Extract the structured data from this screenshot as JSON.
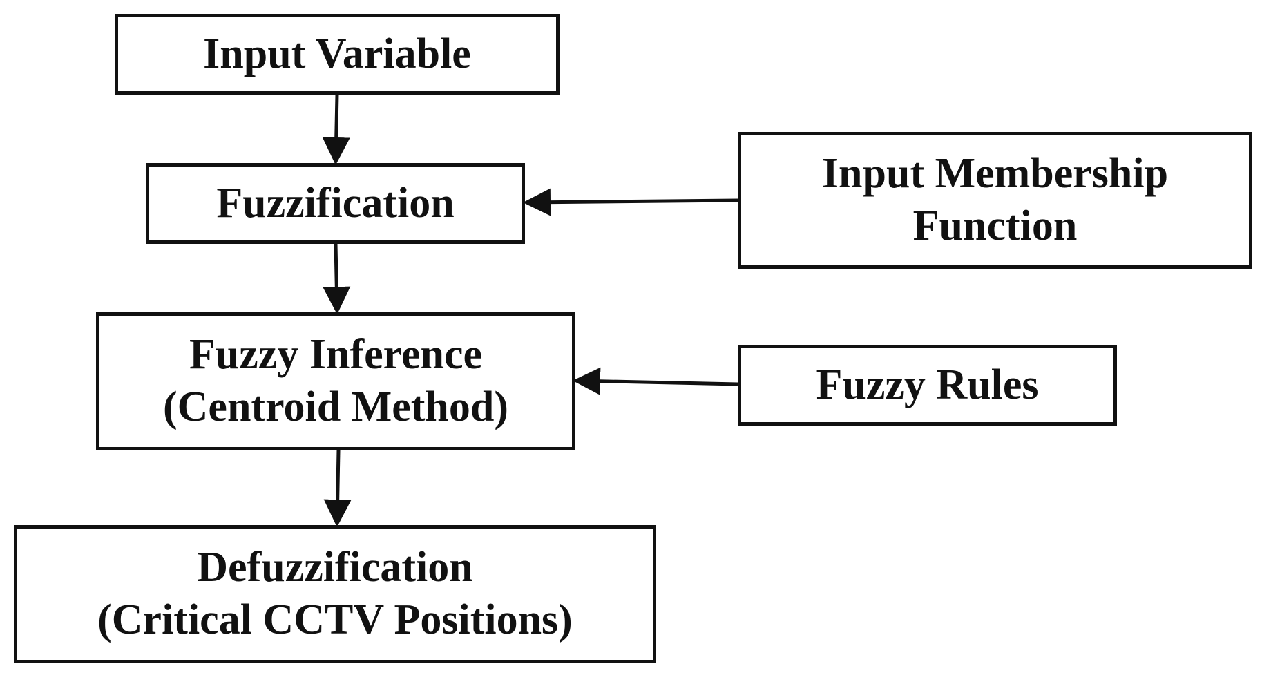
{
  "diagram": {
    "nodes": {
      "input_variable": {
        "line1": "Input Variable"
      },
      "fuzzification": {
        "line1": "Fuzzification"
      },
      "input_membership_function": {
        "line1": "Input Membership",
        "line2": "Function"
      },
      "fuzzy_inference": {
        "line1": "Fuzzy Inference",
        "line2": "(Centroid Method)"
      },
      "fuzzy_rules": {
        "line1": "Fuzzy Rules"
      },
      "defuzzification": {
        "line1": "Defuzzification",
        "line2": "(Critical CCTV Positions)"
      }
    },
    "edges": [
      {
        "from": "input_variable",
        "to": "fuzzification"
      },
      {
        "from": "input_membership_function",
        "to": "fuzzification"
      },
      {
        "from": "fuzzification",
        "to": "fuzzy_inference"
      },
      {
        "from": "fuzzy_rules",
        "to": "fuzzy_inference"
      },
      {
        "from": "fuzzy_inference",
        "to": "defuzzification"
      }
    ],
    "colors": {
      "line": "#111111",
      "background": "#ffffff"
    }
  }
}
